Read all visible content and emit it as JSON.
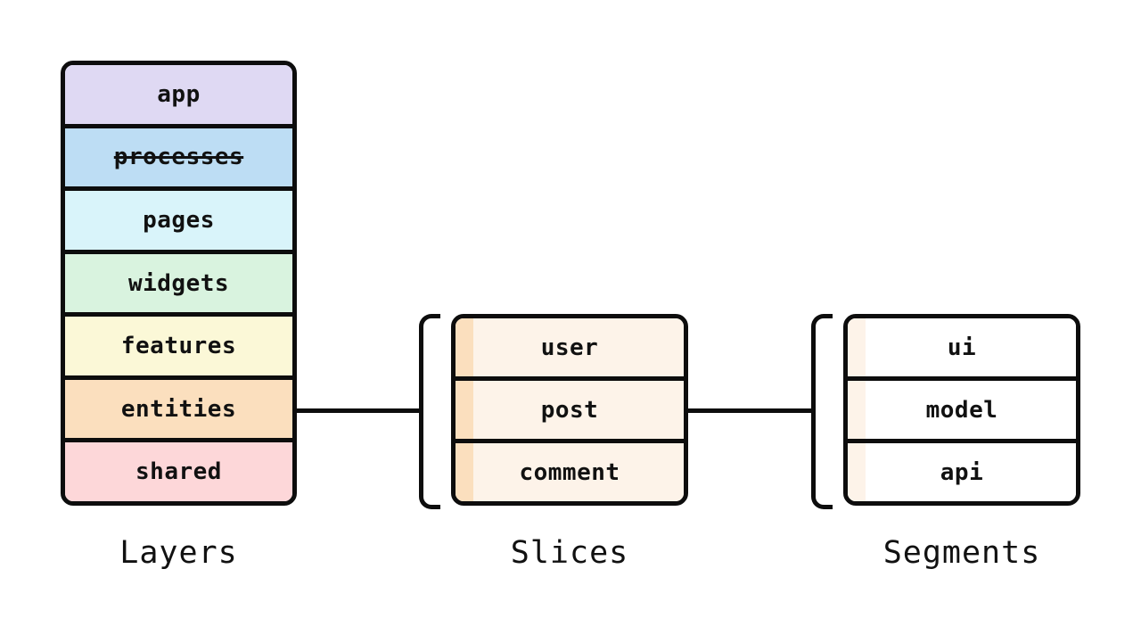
{
  "colors": {
    "background": "#ffffff",
    "border": "#0d0d0d",
    "text": "#111111"
  },
  "layers": {
    "label": "Layers",
    "items": [
      {
        "name": "app",
        "color": "#dfd9f3",
        "deprecated": false
      },
      {
        "name": "processes",
        "color": "#bdddf4",
        "deprecated": true
      },
      {
        "name": "pages",
        "color": "#d9f4fa",
        "deprecated": false
      },
      {
        "name": "widgets",
        "color": "#d9f3df",
        "deprecated": false
      },
      {
        "name": "features",
        "color": "#fbf8d7",
        "deprecated": false
      },
      {
        "name": "entities",
        "color": "#fbdfbe",
        "deprecated": false
      },
      {
        "name": "shared",
        "color": "#fdd7d9",
        "deprecated": false
      }
    ]
  },
  "slices": {
    "label": "Slices",
    "fill": "#fdf3e9",
    "strip": "#fbdfbe",
    "items": [
      {
        "name": "user"
      },
      {
        "name": "post"
      },
      {
        "name": "comment"
      }
    ]
  },
  "segments": {
    "label": "Segments",
    "fill": "#ffffff",
    "strip": "#fdf3e9",
    "items": [
      {
        "name": "ui"
      },
      {
        "name": "model"
      },
      {
        "name": "api"
      }
    ]
  }
}
